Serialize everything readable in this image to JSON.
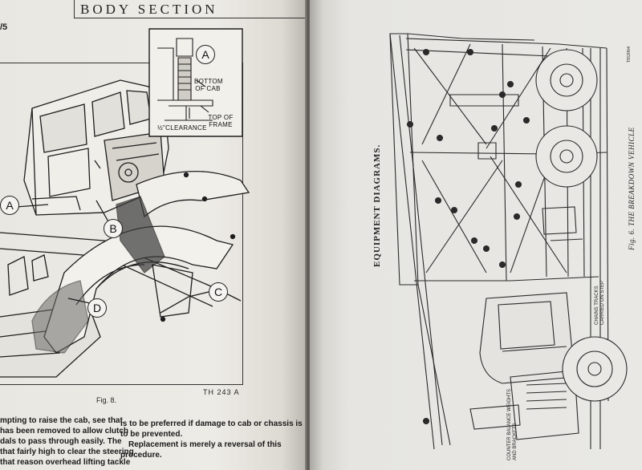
{
  "left_page": {
    "header": "BODY SECTION",
    "page_ref": "/5",
    "figure": {
      "caption": "Fig. 8.",
      "ref_code": "TH 243 A",
      "labels": [
        "A",
        "B",
        "C",
        "D"
      ],
      "inset": {
        "label": "A",
        "bottom_of_cab": "BOTTOM OF CAB",
        "clearance": "½\"CLEARANCE",
        "top_of_frame": "TOP OF FRAME"
      }
    },
    "text_left": [
      "mpting to raise the cab, see that",
      "has been removed to allow clutch",
      "dals to pass through easily.  The",
      "that fairly high to clear the steering",
      "that reason overhead lifting tackle"
    ],
    "text_right": [
      "is to be preferred if damage to cab or chassis is",
      "to be prevented.",
      "Replacement is merely a reversal of this",
      "procedure."
    ]
  },
  "right_page": {
    "heading": "EQUIPMENT DIAGRAMS.",
    "figure_caption": "Fig. 6.     THE BREAKDOWN VEHICLE",
    "ref_code": "TH2064",
    "labels": {
      "chains": "CHAINS TRACKS CARRIED ON STEP",
      "counter": "COUNTER BALANCE WEIGHTS AND BRACKETS"
    }
  }
}
